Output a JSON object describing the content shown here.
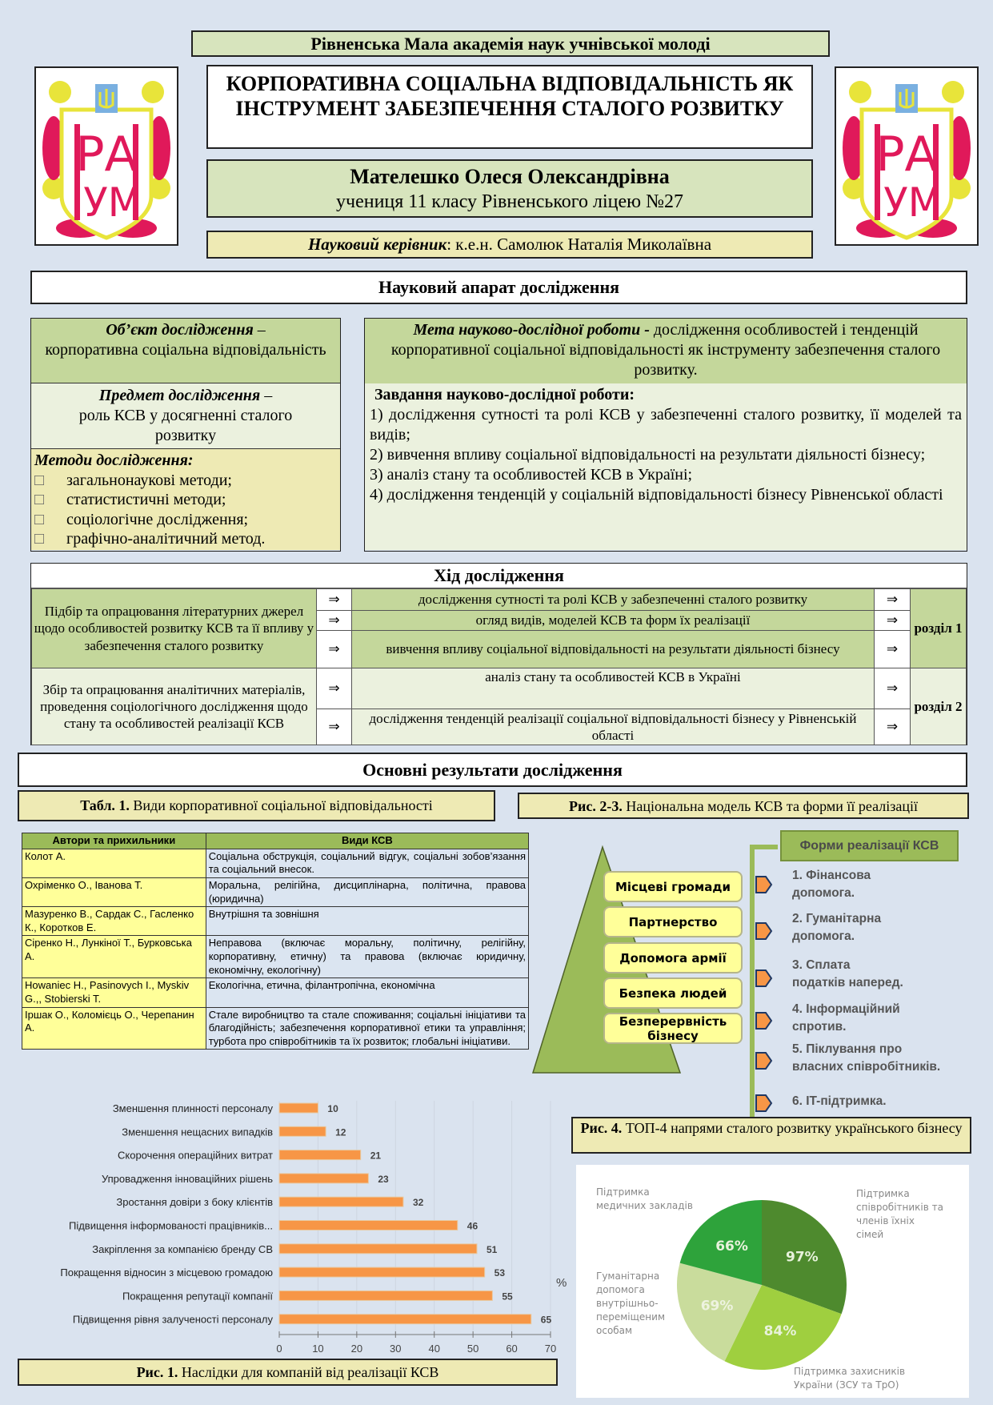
{
  "header": {
    "institution": "Рівненська Мала академія наук учнівської молоді",
    "title": "КОРПОРАТИВНА СОЦІАЛЬНА ВІДПОВІДАЛЬНІСТЬ ЯК ІНСТРУМЕНТ ЗАБЕЗПЕЧЕННЯ СТАЛОГО РОЗВИТКУ",
    "author": "Мателешко Олеся Олександрівна",
    "author_info": "учениця 11 класу Рівненського ліцею №27",
    "supervisor_label": "Науковий керівник",
    "supervisor": ": к.е.н. Самолюк Наталія Миколаївна",
    "logo_text": "РАУМ"
  },
  "apparatus": {
    "title": "Науковий апарат дослідження",
    "object_label": "Об’єкт дослідження",
    "object_text": "корпоративна соціальна відповідальність",
    "subject_label": "Предмет дослідження",
    "subject_text": "роль КСВ у досягненні сталого розвитку",
    "dash": " –",
    "methods_label": "Методи дослідження:",
    "methods": [
      "загальнонаукові методи;",
      "статистистичні методи;",
      "соціологічне дослідження;",
      "графічно-аналітичний метод."
    ],
    "goal_label": "Мета науково-дослідної роботи - ",
    "goal_text": " дослідження особливостей і тенденцій корпоративної соціальної відповідальності як інструменту забезпечення сталого розвитку.",
    "tasks_label": "Завдання науково-дослідної роботи:",
    "tasks": [
      "1) дослідження сутності та ролі КСВ у забезпеченні сталого розвитку, її моделей  та видів;",
      "2) вивчення впливу соціальної відповідальності на результати діяльності бізнесу;",
      "3) аналіз стану та особливостей КСВ в Україні;",
      "4) дослідження тенденцій у соціальній відповідальності бізнесу Рівненської області"
    ]
  },
  "progress": {
    "title": "Хід дослідження",
    "arrow": "⇒",
    "stage1": "Підбір та опрацювання літературних джерел щодо особливостей розвитку КСВ та її впливу у забезпечення сталого розвитку",
    "stage2": "Збір та опрацювання аналітичних матеріалів, проведення соціологічного дослідження щодо стану та особливостей реалізації КСВ",
    "steps1": [
      "дослідження сутності та ролі КСВ у забезпеченні сталого розвитку",
      "огляд  видів, моделей КСВ та форм їх реалізації",
      "вивчення впливу соціальної відповідальності на результати діяльності бізнесу"
    ],
    "steps2": [
      "аналіз стану та особливостей  КСВ в Україні",
      "дослідження тенденцій реалізації соціальної відповідальності бізнесу у Рівненській області"
    ],
    "section1": "розділ 1",
    "section2": "розділ 2"
  },
  "results": {
    "title": "Основні результати дослідження",
    "table_caption_label": "Табл. 1.",
    "table_caption": " Види корпоративної соціальної відповідальності",
    "fig23_label": "Рис. 2-3.",
    "fig23_caption": " Національна модель КСВ та форми її реалізації",
    "fig4_label": "Рис. 4.",
    "fig4_caption": " ТОП-4 напрями сталого розвитку українського бізнесу",
    "fig1_label": "Рис. 1.",
    "fig1_caption": " Наслідки для компаній від реалізації КСВ"
  },
  "table1": {
    "headers": [
      "Автори та прихильники",
      "Види КСВ"
    ],
    "rows": [
      [
        "Колот А.",
        "Соціальна обструкція, соціальний відгук, соціальні зобов’язання та соціальний внесок."
      ],
      [
        "Охріменко О., Іванова Т.",
        "Моральна, релігійна, дисциплінарна, політична, правова (юридична)"
      ],
      [
        "Мазуренко В., Сардак С., Гасленко К., Коротков Е.",
        "Внутрішня  та зовнішня"
      ],
      [
        "Сіренко Н., Лункіної Т., Бурковська А.",
        "Неправова (включає моральну, політичну, релігійну, корпоративну, етичну) та правова (включає юридичну, економічну, екологічну)"
      ],
      [
        "Howaniec H., Pasinovych I., Myskiv G.,,  Stobierski T.",
        "Екологічна, етична, філантропічна, економічна"
      ],
      [
        "Іршак О., Коломієць О., Черепанин А.",
        "Стале виробництво та стале споживання; соціальні ініціативи та благодійність; забезпечення корпоративної етики та управління; турбота про співробітників та їх розвиток; глобальні ініціативи."
      ]
    ]
  },
  "model": {
    "levels": [
      "Місцеві громади",
      "Партнерство",
      "Допомога армії",
      "Безпека людей",
      "Безперервність бізнесу"
    ],
    "forms_title": "Форми реалізації КСВ",
    "forms": [
      "1. Фінансова допомога.",
      "2. Гуманітарна допомога.",
      "3. Сплата податків наперед.",
      "4. Інформаційний спротив.",
      "5. Піклування про власних співробітників.",
      "6. IT-підтримка."
    ]
  },
  "chart_data": [
    {
      "type": "bar",
      "orientation": "horizontal",
      "title": "Наслідки для компаній від реалізації КСВ",
      "categories": [
        "Зменшення плинності персоналу",
        "Зменшення нещасних випадків",
        "Скорочення операційних витрат",
        "Упровадження інноваційних рішень",
        "Зростання довіри з боку клієнтів",
        "Підвищення інформованості працівників...",
        "Закріплення за компанією бренду СВ",
        "Покращення відносин з місцевою громадою",
        "Покращення репутації компанії",
        "Підвищення рівня залученості персоналу"
      ],
      "values": [
        10,
        12,
        21,
        23,
        32,
        46,
        51,
        53,
        55,
        65
      ],
      "xlabel": "%",
      "xlim": [
        0,
        70
      ],
      "xticks": [
        0,
        10,
        20,
        30,
        40,
        50,
        60,
        70
      ],
      "color": "#f79646"
    },
    {
      "type": "pie",
      "title": "ТОП-4 напрями сталого розвитку українського бізнесу",
      "labels": [
        "Підтримка співробітників та членів їхніх сімей",
        "Підтримка захисників України (ЗСУ та ТрО)",
        "Гуманітарна допомога внутрішньо-переміщеним особам",
        "Підтримка медичних закладів"
      ],
      "values": [
        97,
        84,
        69,
        66
      ],
      "value_labels": [
        "97%",
        "84%",
        "69%",
        "66%"
      ],
      "colors": [
        "#4e8a2e",
        "#9fcf3f",
        "#c9dc9c",
        "#2ea33b"
      ]
    }
  ]
}
